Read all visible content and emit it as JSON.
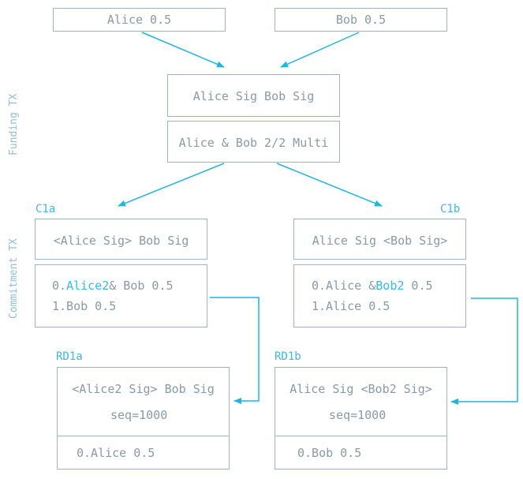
{
  "inputs": {
    "alice": "Alice 0.5",
    "bob": "Bob 0.5"
  },
  "funding": {
    "label": "Funding TX",
    "sigs": "Alice Sig Bob Sig",
    "output": "Alice & Bob 2/2 Multi"
  },
  "commitment": {
    "label": "Commitment TX",
    "c1a": {
      "name": "C1a",
      "sigs": "<Alice Sig> Bob Sig",
      "out0_prefix": "0.",
      "out0_hl": "Alice2",
      "out0_rest": "& Bob 0.5",
      "out1": "1.Bob 0.5"
    },
    "c1b": {
      "name": "C1b",
      "sigs": "Alice Sig <Bob Sig>",
      "out0_prefix": "0.Alice &",
      "out0_hl": "Bob2",
      "out0_rest": " 0.5",
      "out1": "1.Alice 0.5"
    }
  },
  "rd1a": {
    "name": "RD1a",
    "sigs": "<Alice2 Sig> Bob Sig",
    "seq": "seq=1000",
    "out": "0.Alice 0.5"
  },
  "rd1b": {
    "name": "RD1b",
    "sigs": "Alice Sig <Bob2 Sig>",
    "seq": "seq=1000",
    "out": "0.Bob 0.5"
  },
  "colors": {
    "arrow": "#1fb6e0",
    "border": "#9fb4c8",
    "text": "#8a9aa8",
    "highlight": "#33bce8"
  }
}
